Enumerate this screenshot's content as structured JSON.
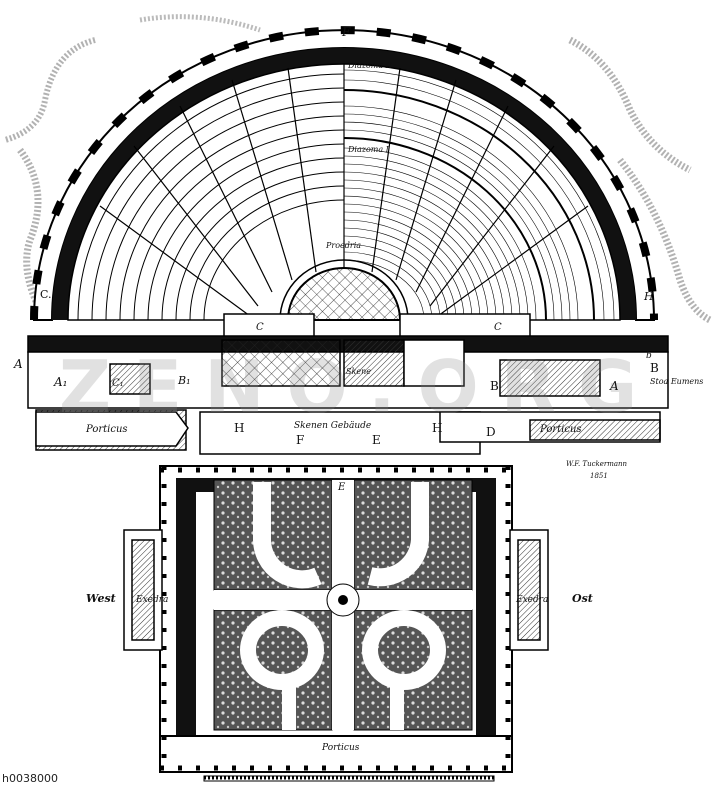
{
  "labels": {
    "F_top": "F",
    "diazoma2": "Diazoma II",
    "diazoma1": "Diazoma I",
    "proedria": "Proedria",
    "C_left": "C.",
    "H_right": "H",
    "C_orch_left": "C",
    "C_orch_right": "C",
    "A_left": "A",
    "A1": "A₁",
    "C1": "C₁",
    "B1": "B₁",
    "skene": "Skene",
    "B_mid": "B",
    "A_right": "A",
    "B_right": "B",
    "b_small": "b",
    "stoa_eumenes": "Stoa Eumens",
    "porticus_left": "Porticus",
    "H_left": "H",
    "F_mid": "F",
    "skenen_gebaeude": "Skenen Gebäude",
    "E_mid": "E",
    "H_mid": "H",
    "D": "D",
    "porticus_right": "Porticus",
    "signature": "W.F. Tuckermann",
    "year": "1851",
    "E_garden": "E",
    "west": "West",
    "exedra_left": "Exedra",
    "exedra_right": "Exedra",
    "ost": "Ost",
    "porticus_bottom": "Porticus"
  },
  "image_id": "h0038000",
  "watermark": "ZENO.ORG"
}
